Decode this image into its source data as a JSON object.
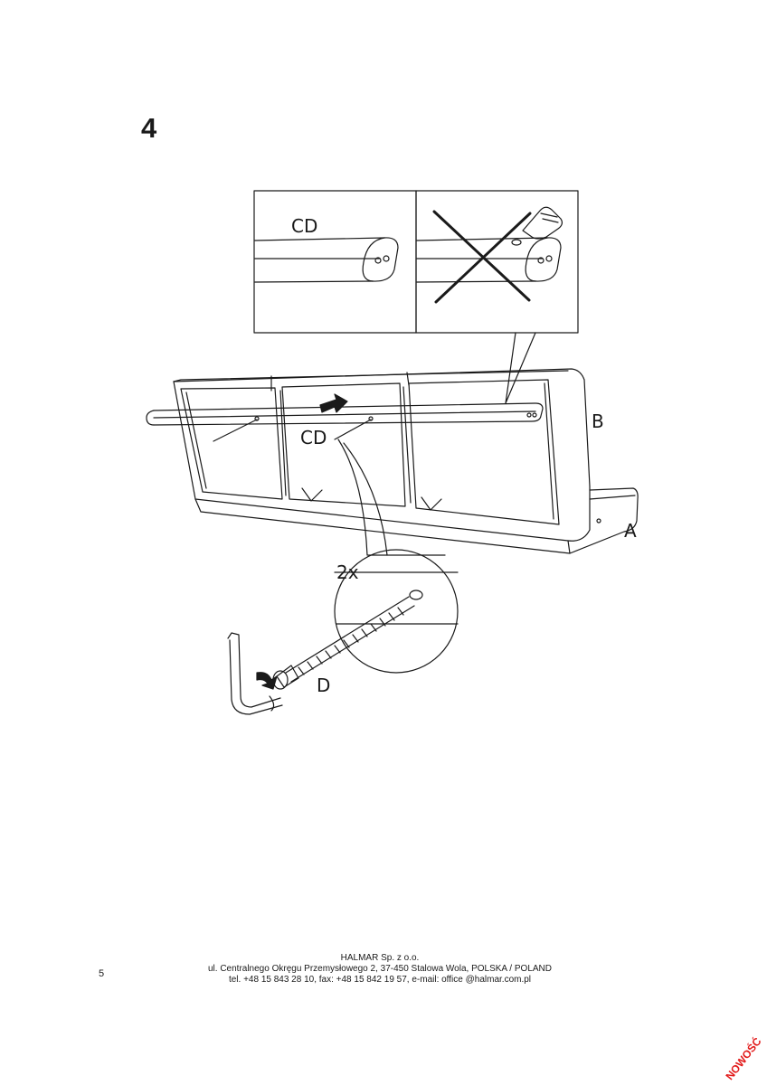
{
  "step": {
    "number": "4"
  },
  "labels": {
    "detail_part": "CD",
    "part_rail": "CD",
    "part_backrest": "B",
    "part_base": "A",
    "quantity": "2x",
    "part_bolt": "D"
  },
  "page": {
    "number": "5"
  },
  "footer": {
    "company": "HALMAR Sp. z o.o.",
    "address": "ul. Centralnego Okręgu Przemysłowego 2, 37-450 Stalowa Wola, POLSKA / POLAND",
    "contact": "tel. +48 15 843 28 10, fax: +48 15 842 19 57, e-mail: office @halmar.com.pl"
  },
  "stamp": {
    "text": "NOWOŚĆ",
    "color": "#e21b1b"
  }
}
